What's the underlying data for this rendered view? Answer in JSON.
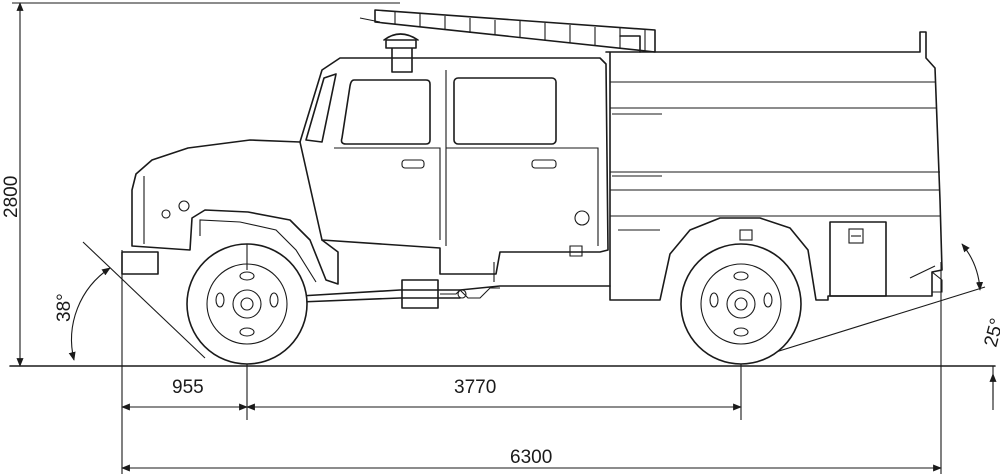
{
  "drawing": {
    "subject": "fire-truck-side-view",
    "line_color": "#1a1a1a",
    "background": "#ffffff"
  },
  "dimensions": {
    "height": "2800",
    "front_overhang": "955",
    "wheelbase": "3770",
    "overall_length": "6300",
    "approach_angle": "38°",
    "departure_angle": "25°"
  }
}
